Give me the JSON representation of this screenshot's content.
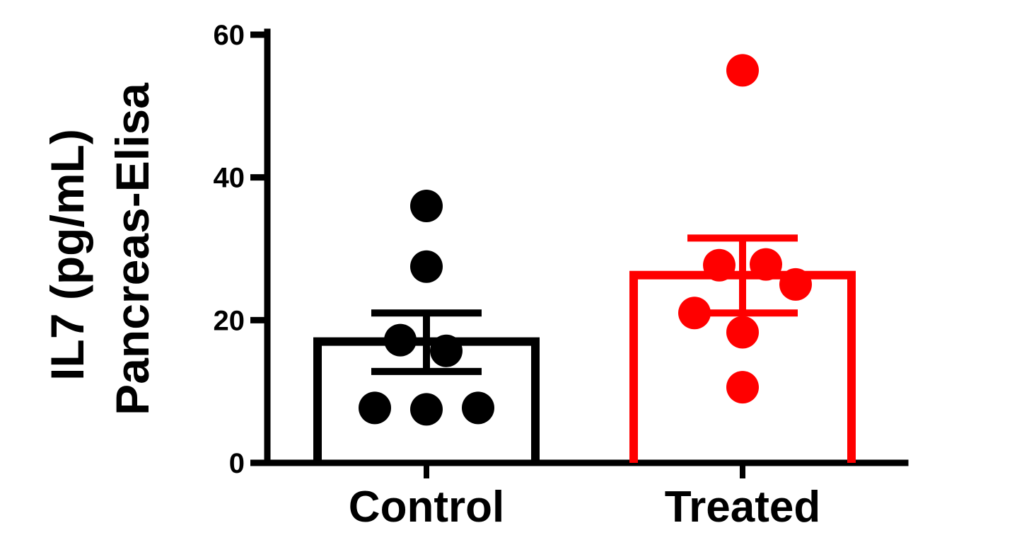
{
  "chart_data": {
    "type": "bar",
    "categories": [
      "Control",
      "Treated"
    ],
    "ylabel_line1": "IL7 (pg/mL)",
    "ylabel_line2": "Pancreas-Elisa",
    "xlabel": "",
    "ylim": [
      0,
      60
    ],
    "yticks": [
      "0",
      "20",
      "40",
      "60"
    ],
    "grid": false,
    "series": [
      {
        "category": "Control",
        "color": "#000000",
        "mean": 17,
        "error_upper": 21,
        "error_lower": 12.8,
        "points": [
          36,
          27.5,
          17.2,
          15.7,
          7.7,
          7.5,
          7.7
        ]
      },
      {
        "category": "Treated",
        "color": "#ff0000",
        "mean": 26.3,
        "error_upper": 31.5,
        "error_lower": 21,
        "points": [
          55,
          27.7,
          27.8,
          25,
          21,
          18.3,
          10.6
        ]
      }
    ]
  }
}
